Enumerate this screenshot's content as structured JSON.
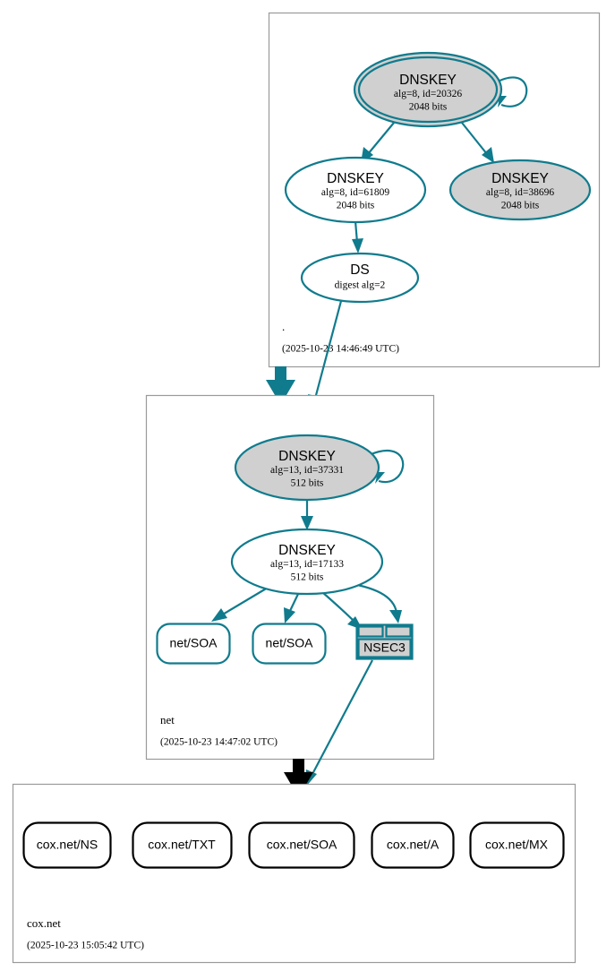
{
  "diagram": {
    "type": "dnssec-authentication-chain",
    "colors": {
      "secure": "#107b8d",
      "insecure": "#000000",
      "node_fill_ksk": "#d0d0d0",
      "node_fill_zsk": "#ffffff",
      "zone_border": "#9a9a9a"
    },
    "zones": [
      {
        "id": "root",
        "label": ".",
        "timestamp": "(2025-10-23 14:46:49 UTC)",
        "nodes": [
          {
            "id": "root-ksk",
            "kind": "DNSKEY",
            "title": "DNSKEY",
            "line2": "alg=8, id=20326",
            "line3": "2048 bits",
            "alg": 8,
            "key_id": 20326,
            "bits": 2048,
            "fill": "gray",
            "peripheries": 2,
            "self_signed": true
          },
          {
            "id": "root-zsk-61809",
            "kind": "DNSKEY",
            "title": "DNSKEY",
            "line2": "alg=8, id=61809",
            "line3": "2048 bits",
            "alg": 8,
            "key_id": 61809,
            "bits": 2048,
            "fill": "white",
            "peripheries": 1,
            "self_signed": false
          },
          {
            "id": "root-zsk-38696",
            "kind": "DNSKEY",
            "title": "DNSKEY",
            "line2": "alg=8, id=38696",
            "line3": "2048 bits",
            "alg": 8,
            "key_id": 38696,
            "bits": 2048,
            "fill": "gray",
            "peripheries": 1,
            "self_signed": false
          },
          {
            "id": "root-ds",
            "kind": "DS",
            "title": "DS",
            "line2": "digest alg=2",
            "line3": "",
            "fill": "white",
            "peripheries": 1,
            "self_signed": false
          }
        ]
      },
      {
        "id": "net",
        "label": "net",
        "timestamp": "(2025-10-23 14:47:02 UTC)",
        "nodes": [
          {
            "id": "net-ksk",
            "kind": "DNSKEY",
            "title": "DNSKEY",
            "line2": "alg=13, id=37331",
            "line3": "512 bits",
            "alg": 13,
            "key_id": 37331,
            "bits": 512,
            "fill": "gray",
            "peripheries": 1,
            "self_signed": true
          },
          {
            "id": "net-zsk",
            "kind": "DNSKEY",
            "title": "DNSKEY",
            "line2": "alg=13, id=17133",
            "line3": "512 bits",
            "alg": 13,
            "key_id": 17133,
            "bits": 512,
            "fill": "white",
            "peripheries": 1,
            "self_signed": false
          },
          {
            "id": "net-soa-1",
            "kind": "RRset",
            "title": "net/SOA"
          },
          {
            "id": "net-soa-2",
            "kind": "RRset",
            "title": "net/SOA"
          },
          {
            "id": "net-nsec3",
            "kind": "NSEC3",
            "title": "NSEC3"
          }
        ]
      },
      {
        "id": "coxnet",
        "label": "cox.net",
        "timestamp": "(2025-10-23 15:05:42 UTC)",
        "nodes": [
          {
            "id": "cox-ns",
            "kind": "RRset",
            "title": "cox.net/NS"
          },
          {
            "id": "cox-txt",
            "kind": "RRset",
            "title": "cox.net/TXT"
          },
          {
            "id": "cox-soa",
            "kind": "RRset",
            "title": "cox.net/SOA"
          },
          {
            "id": "cox-a",
            "kind": "RRset",
            "title": "cox.net/A"
          },
          {
            "id": "cox-mx",
            "kind": "RRset",
            "title": "cox.net/MX"
          }
        ]
      }
    ],
    "delegations": [
      {
        "from": "root",
        "to": "net",
        "status": "secure"
      },
      {
        "from": "net",
        "to": "coxnet",
        "status": "insecure"
      }
    ]
  }
}
